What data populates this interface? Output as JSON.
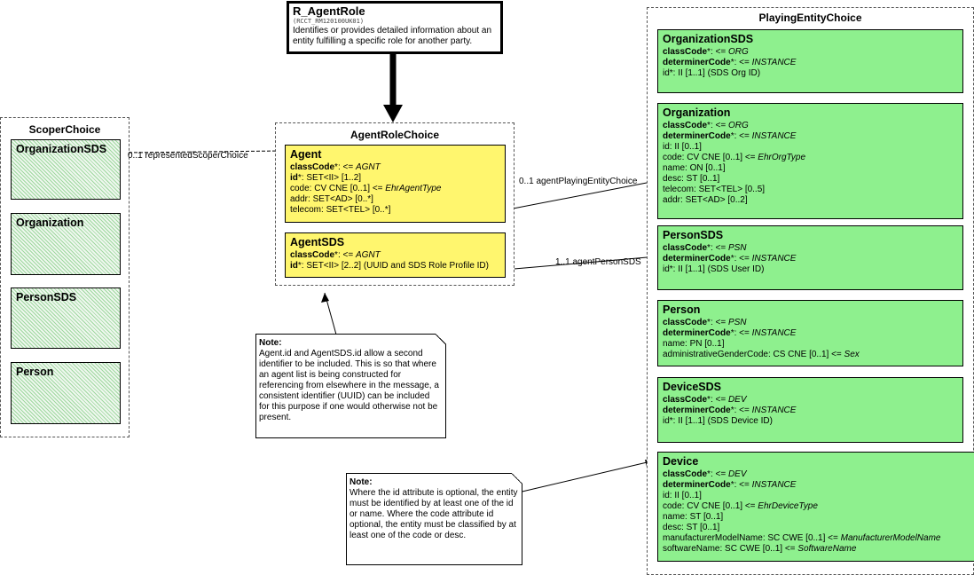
{
  "root": {
    "title": "R_AgentRole",
    "code": "(RCCT_RM120100UK01)",
    "description": "Identifies or provides detailed information about an entity fulfilling a specific role for another party."
  },
  "agent_role_choice": {
    "title": "AgentRoleChoice",
    "agent": {
      "name": "Agent",
      "attrs": [
        {
          "n": "classCode",
          "req": "*",
          "rest": ": <= ",
          "em": "AGNT"
        },
        {
          "n": "id",
          "req": "*",
          "rest": ": SET<II> [1..2]",
          "em": ""
        },
        {
          "n": "",
          "req": "",
          "rest": "code: CV CNE [0..1] <= ",
          "em": "EhrAgentType"
        },
        {
          "n": "",
          "req": "",
          "rest": "addr: SET<AD> [0..*]",
          "em": ""
        },
        {
          "n": "",
          "req": "",
          "rest": "telecom: SET<TEL> [0..*]",
          "em": ""
        }
      ]
    },
    "agent_sds": {
      "name": "AgentSDS",
      "attrs": [
        {
          "n": "classCode",
          "req": "*",
          "rest": ": <= ",
          "em": "AGNT"
        },
        {
          "n": "id",
          "req": "*",
          "rest": ": SET<II> [2..2] (UUID and SDS Role Profile ID)",
          "em": ""
        }
      ]
    }
  },
  "scoper_choice": {
    "title": "ScoperChoice",
    "items": [
      "OrganizationSDS",
      "Organization",
      "PersonSDS",
      "Person"
    ]
  },
  "playing_entity_choice": {
    "title": "PlayingEntityChoice",
    "classes": [
      {
        "name": "OrganizationSDS",
        "attrs": [
          {
            "n": "classCode",
            "req": "*",
            "rest": ": <= ",
            "em": "ORG"
          },
          {
            "n": "determinerCode",
            "req": "*",
            "rest": ": <= ",
            "em": "INSTANCE"
          },
          {
            "n": "",
            "req": "",
            "rest": "id*: II [1..1] (SDS Org ID)",
            "em": ""
          }
        ]
      },
      {
        "name": "Organization",
        "attrs": [
          {
            "n": "classCode",
            "req": "*",
            "rest": ": <= ",
            "em": "ORG"
          },
          {
            "n": "determinerCode",
            "req": "*",
            "rest": ": <= ",
            "em": "INSTANCE"
          },
          {
            "n": "",
            "req": "",
            "rest": "id: II [0..1]",
            "em": ""
          },
          {
            "n": "",
            "req": "",
            "rest": "code: CV CNE [0..1] <= ",
            "em": "EhrOrgType"
          },
          {
            "n": "",
            "req": "",
            "rest": "name: ON [0..1]",
            "em": ""
          },
          {
            "n": "",
            "req": "",
            "rest": "desc: ST [0..1]",
            "em": ""
          },
          {
            "n": "",
            "req": "",
            "rest": "telecom: SET<TEL> [0..5]",
            "em": ""
          },
          {
            "n": "",
            "req": "",
            "rest": "addr: SET<AD> [0..2]",
            "em": ""
          }
        ]
      },
      {
        "name": "PersonSDS",
        "attrs": [
          {
            "n": "classCode",
            "req": "*",
            "rest": ": <= ",
            "em": "PSN"
          },
          {
            "n": "determinerCode",
            "req": "*",
            "rest": ": <= ",
            "em": "INSTANCE"
          },
          {
            "n": "",
            "req": "",
            "rest": "id*: II [1..1] (SDS User ID)",
            "em": ""
          }
        ]
      },
      {
        "name": "Person",
        "attrs": [
          {
            "n": "classCode",
            "req": "*",
            "rest": ": <= ",
            "em": "PSN"
          },
          {
            "n": "determinerCode",
            "req": "*",
            "rest": ": <= ",
            "em": "INSTANCE"
          },
          {
            "n": "",
            "req": "",
            "rest": "name: PN [0..1]",
            "em": ""
          },
          {
            "n": "",
            "req": "",
            "rest": "administrativeGenderCode: CS CNE [0..1] <= ",
            "em": "Sex"
          }
        ]
      },
      {
        "name": "DeviceSDS",
        "attrs": [
          {
            "n": "classCode",
            "req": "*",
            "rest": ": <= ",
            "em": "DEV"
          },
          {
            "n": "determinerCode",
            "req": "*",
            "rest": ": <= ",
            "em": "INSTANCE"
          },
          {
            "n": "",
            "req": "",
            "rest": "id*: II [1..1] (SDS Device ID)",
            "em": ""
          }
        ]
      },
      {
        "name": "Device",
        "attrs": [
          {
            "n": "classCode",
            "req": "*",
            "rest": ": <= ",
            "em": "DEV"
          },
          {
            "n": "determinerCode",
            "req": "*",
            "rest": ": <= ",
            "em": "INSTANCE"
          },
          {
            "n": "",
            "req": "",
            "rest": "id: II [0..1]",
            "em": ""
          },
          {
            "n": "",
            "req": "",
            "rest": "code: CV CNE [0..1] <= ",
            "em": "EhrDeviceType"
          },
          {
            "n": "",
            "req": "",
            "rest": "name: ST [0..1]",
            "em": ""
          },
          {
            "n": "",
            "req": "",
            "rest": "desc: ST [0..1]",
            "em": ""
          },
          {
            "n": "",
            "req": "",
            "rest": "manufacturerModelName: SC CWE [0..1] <= ",
            "em": "ManufacturerModelName"
          },
          {
            "n": "",
            "req": "",
            "rest": "softwareName: SC CWE [0..1] <= ",
            "em": "SoftwareName"
          }
        ]
      }
    ]
  },
  "associations": {
    "scoper": "0..1 representedScoperChoice",
    "playing": "0..1 agentPlayingEntityChoice",
    "person_sds": "1..1 agentPersonSDS"
  },
  "notes": {
    "note1": {
      "title": "Note:",
      "text": "Agent.id and AgentSDS.id allow a second identifier to be included.  This is so that where an agent list is being constructed for referencing from elsewhere in the message, a consistent identifier (UUID) can be included for this purpose if one would otherwise not be present."
    },
    "note2": {
      "title": "Note:",
      "text": "Where the id attribute is optional, the entity must be identified by at least one of the id or name.  Where the code attribute id optional, the entity must be classified by at least one of the code or desc."
    }
  }
}
